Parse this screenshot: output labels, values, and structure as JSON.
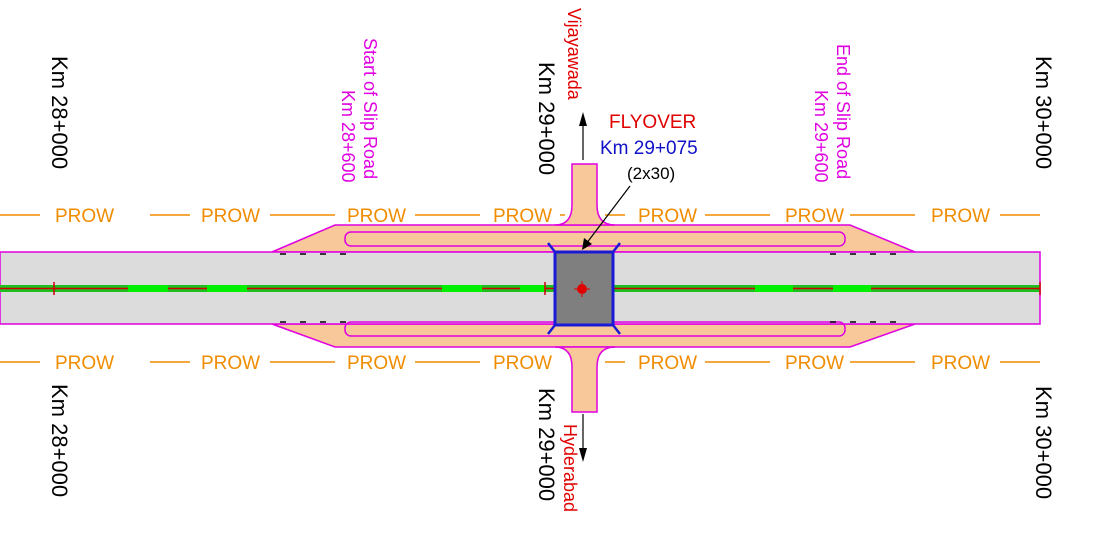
{
  "prow": {
    "label": "PROW",
    "color": "#f08c00"
  },
  "chainage": {
    "start_top": "Km 28+000",
    "start_bottom": "Km 28+000",
    "mid_top": "Km 29+000",
    "mid_bottom": "Km 29+000",
    "end_top": "Km 30+000",
    "end_bottom": "Km 30+000"
  },
  "slip_road": {
    "start_title": "Start of Slip Road",
    "start_km": "Km 28+600",
    "end_title": "End of Slip Road",
    "end_km": "Km 29+600",
    "color": "#e000e0"
  },
  "cross_road": {
    "north_destination": "Vijayawada",
    "south_destination": "Hyderabad",
    "color": "#e00000"
  },
  "flyover": {
    "title": "FLYOVER",
    "chainage": "Km 29+075",
    "spans": "(2x30)",
    "deck_color": "#7f7f7f",
    "outline_color": "#1a1ad6"
  },
  "colors": {
    "carriageway": "#dcdcdc",
    "service_road": "#f8c89a",
    "median": "#1fbf1f",
    "centerline": "#d00000",
    "boundary": "#e000e0"
  }
}
